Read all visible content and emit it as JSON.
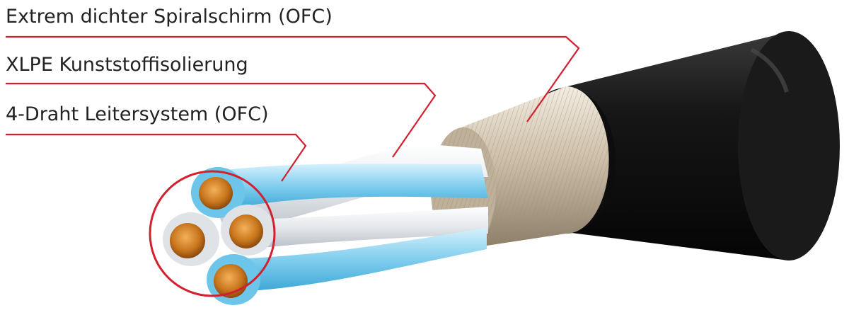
{
  "labels": {
    "shield": "Extrem dichter Spiralschirm (OFC)",
    "insulation": "XLPE Kunststoffisolierung",
    "conductors": "4-Draht Leitersystem (OFC)"
  },
  "colors": {
    "callout_line": "#d3202f",
    "jacket": "#1b1b1b",
    "shield": "#cbbca6",
    "insulation_blue": "#7fcdee",
    "insulation_white": "#e4e8ec",
    "copper": "#c8751c"
  }
}
